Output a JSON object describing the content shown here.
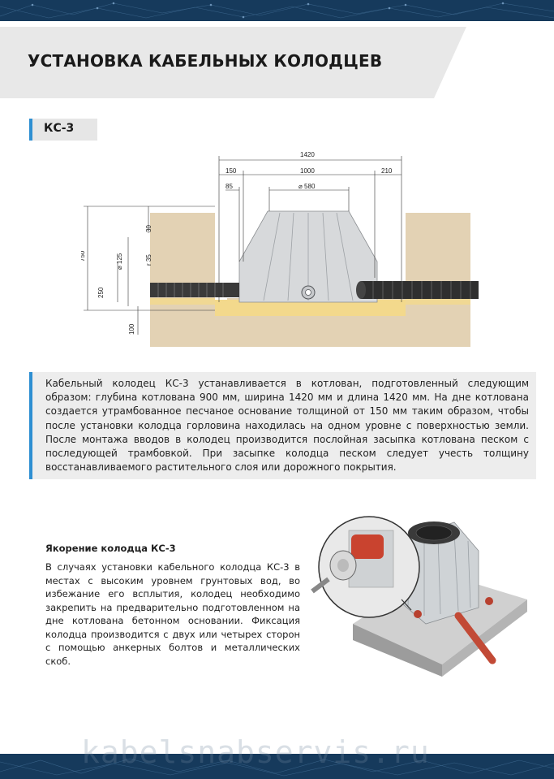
{
  "header": {
    "title": "УСТАНОВКА КАБЕЛЬНЫХ КОЛОДЦЕВ"
  },
  "section_tag": "КС-3",
  "diagram": {
    "dim_1420": "1420",
    "dim_150": "150",
    "dim_1000": "1000",
    "dim_210": "210",
    "dim_85": "85",
    "dim_580": "⌀ 580",
    "dim_750": "750",
    "dim_30": "30",
    "dim_125": "⌀ 125",
    "dim_r35": "r 35",
    "dim_250": "250",
    "dim_100": "100"
  },
  "info_text": "Кабельный колодец КС-3 устанавливается в котлован, подготовленный следующим образом: глубина котлована 900 мм, ширина 1420 мм и длина 1420 мм. На дне котлована создается утрамбованное песчаное основание толщиной от 150 мм таким образом, чтобы после установки колодца горловина находилась на одном уровне с поверхностью земли. После монтажа вводов в колодец производится послойная засыпка котлована песком с последующей трамбовкой. При засыпке колодца песком следует учесть толщину восстанавливаемого растительного слоя или дорожного покрытия.",
  "anchoring": {
    "title": "Якорение колодца КС-3",
    "text": "В случаях установки кабельного колодца КС-3 в местах с высоким уровнем грунтовых вод, во избежание его всплытия, колодец необходимо закрепить на предварительно подготовленном на дне котлована бетонном основании. Фиксация колодца производится с двух или четырех сторон с помощью анкерных болтов и металлических скоб."
  },
  "footer": {
    "watermark": "kabelsnabservis.ru"
  },
  "colors": {
    "navy": "#163a5c",
    "accent": "#2e8fd2",
    "panel": "#ededed",
    "soil": "#e0cfb0",
    "sand": "#f2d98a"
  }
}
